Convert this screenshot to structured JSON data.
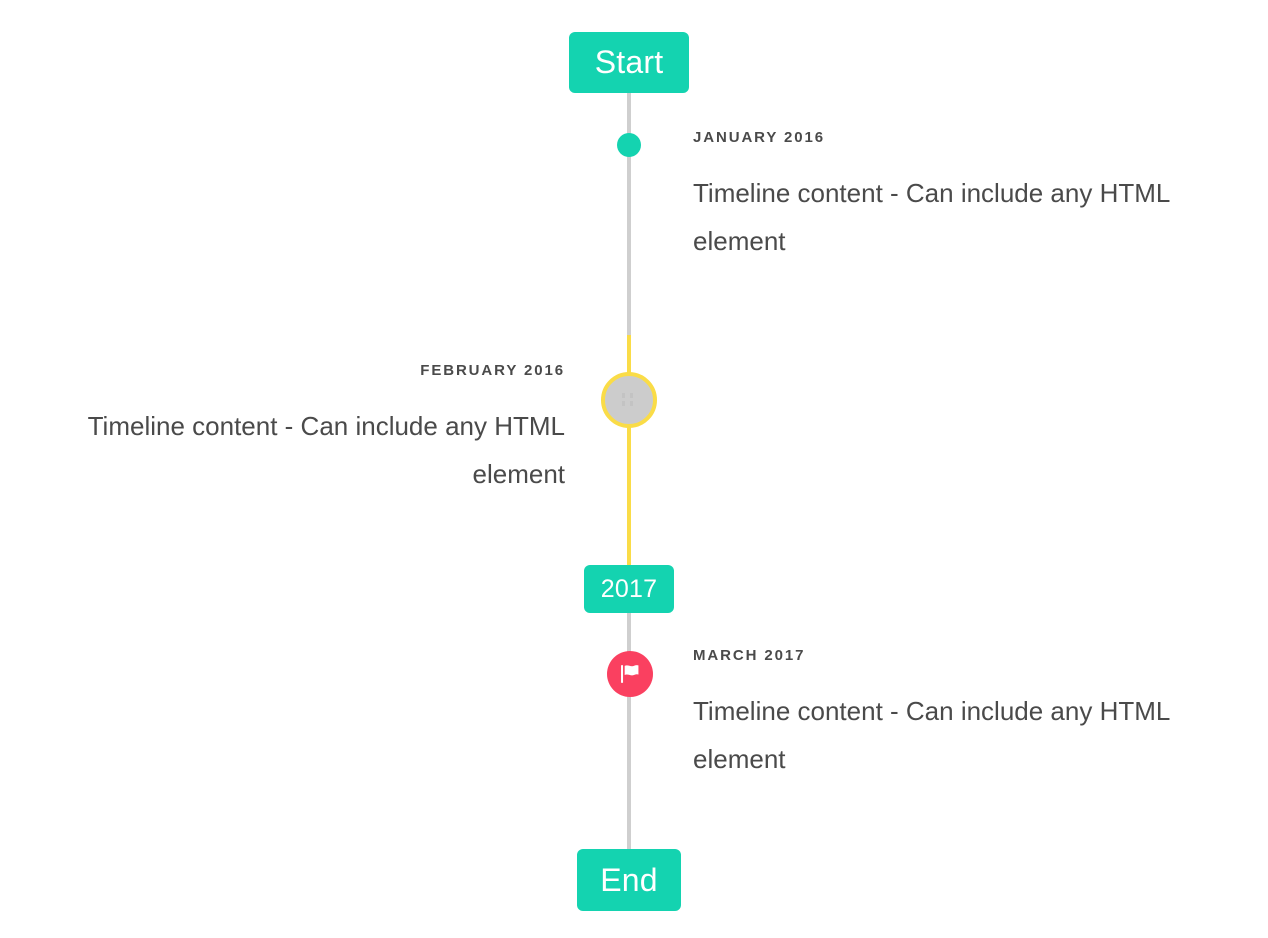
{
  "page": {
    "title": "Timeline",
    "background": "#ffffff",
    "text_color": "#4a4a4a"
  },
  "colors": {
    "accent_teal": "#14d3b0",
    "accent_yellow": "#fadc47",
    "accent_pink": "#fa4060",
    "line_gray": "#cfcfcf",
    "marker_gray": "#cccccc"
  },
  "axis": {
    "top_label": "Start",
    "mid_label": "2017",
    "bottom_label": "End"
  },
  "entries": [
    {
      "id": "january-2016",
      "date": "JANUARY 2016",
      "body": "Timeline content - Can include any HTML element",
      "side": "right",
      "marker": "dot",
      "marker_color": "#14d3b0"
    },
    {
      "id": "february-2016",
      "date": "FEBRUARY 2016",
      "body": "Timeline content - Can include any HTML element",
      "side": "left",
      "marker": "ring",
      "marker_color": "#fadc47"
    },
    {
      "id": "march-2017",
      "date": "MARCH 2017",
      "body": "Timeline content - Can include any HTML element",
      "side": "right",
      "marker": "flag",
      "marker_color": "#fa4060"
    }
  ]
}
